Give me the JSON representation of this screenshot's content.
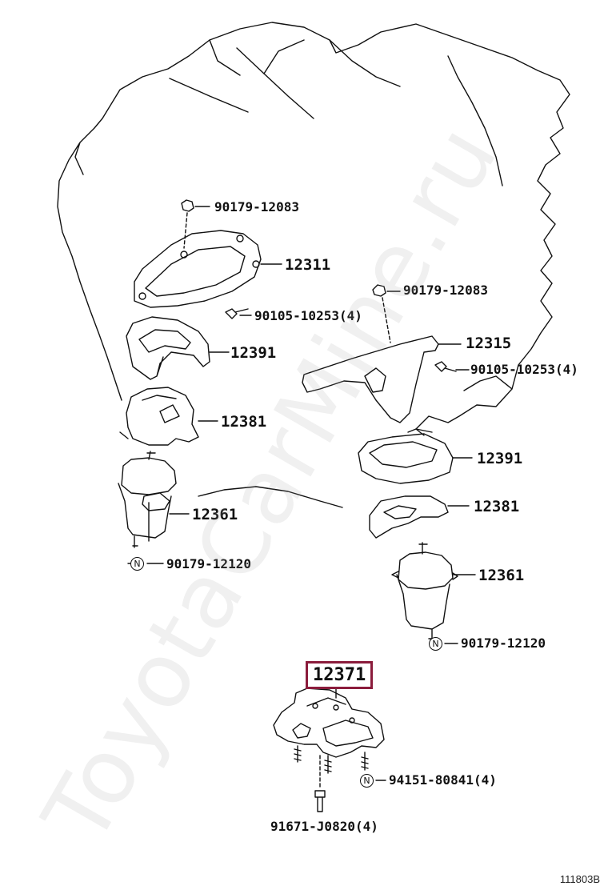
{
  "watermark": "ToyotaCarMine.ru",
  "figure_code": "111803B",
  "highlighted_part": "12371",
  "callouts": {
    "nut_left": "90179-12083",
    "bracket_left": "12311",
    "bolt_left": "90105-10253(4)",
    "insulator_left": "12391",
    "bracket_mid_left": "12381",
    "mount_left": "12361",
    "nut_bottom_left": "90179-12120",
    "nut_right": "90179-12083",
    "bracket_right": "12315",
    "bolt_right": "90105-10253(4)",
    "insulator_right": "12391",
    "bracket_mid_right": "12381",
    "mount_right": "12361",
    "nut_bottom_right": "90179-12120",
    "nut_rear": "94151-80841(4)",
    "bolt_rear": "91671-J0820(4)"
  },
  "badge_symbol": "N",
  "icons": [
    "engine-outline",
    "nut-icon",
    "bolt-icon",
    "bracket",
    "insulator",
    "engine-mount",
    "transmission-mount"
  ]
}
